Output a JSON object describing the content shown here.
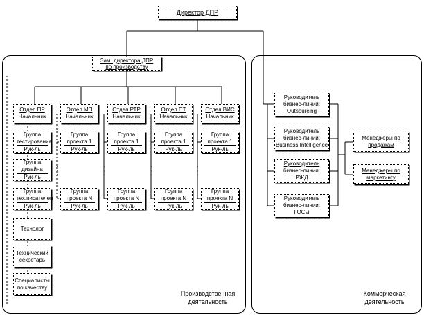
{
  "director": "Директор ДПР",
  "deputy": {
    "line1": "Зам. директора ДПР",
    "line2": "по производству"
  },
  "departments": [
    {
      "name": "Отдел ПР",
      "head": "Начальник"
    },
    {
      "name": "Отдел МП",
      "head": "Начальник"
    },
    {
      "name": "Отдел РТР",
      "head": "Начальник"
    },
    {
      "name": "Отдел ПТ",
      "head": "Начальник"
    },
    {
      "name": "Отдел ВИС",
      "head": "Начальник"
    }
  ],
  "pr_groups": [
    {
      "l1": "Группа",
      "l2": "тестирования",
      "lead": "Рук-ль"
    },
    {
      "l1": "Группа",
      "l2": "дизайна",
      "lead": "Рук-ль"
    },
    {
      "l1": "Группа",
      "l2": "тех.писателей",
      "lead": "Рук-ль"
    }
  ],
  "group_first": {
    "l1": "Группа",
    "l2": "проекта 1",
    "lead": "Рук-ль"
  },
  "group_last": {
    "l1": "Группа",
    "l2": "проекта N",
    "lead": "Рук-ль"
  },
  "pr_staff": [
    {
      "l1": "Технолог",
      "l2": ""
    },
    {
      "l1": "Технический",
      "l2": "секретарь"
    },
    {
      "l1": "Специалисты",
      "l2": "по качеству"
    }
  ],
  "business_lines": [
    {
      "l1": "Руководитель",
      "l2": "бизнес-линии:",
      "l3": "Outsourcing"
    },
    {
      "l1": "Руководитель",
      "l2": "бизнес-линии:",
      "l3": "Business Intelligence"
    },
    {
      "l1": "Руководитель",
      "l2": "бизнес-линии:",
      "l3": "РЖД"
    },
    {
      "l1": "Руководитель",
      "l2": "бизнес-линии:",
      "l3": "ГОСы"
    }
  ],
  "managers": [
    {
      "l1": "Менеджеры по",
      "l2": "продажам"
    },
    {
      "l1": "Менеджеры по",
      "l2": "маркетингу"
    }
  ],
  "panels": {
    "production": {
      "l1": "Производственная",
      "l2": "деятельность"
    },
    "commercial": {
      "l1": "Коммерческая",
      "l2": "деятельность"
    }
  }
}
